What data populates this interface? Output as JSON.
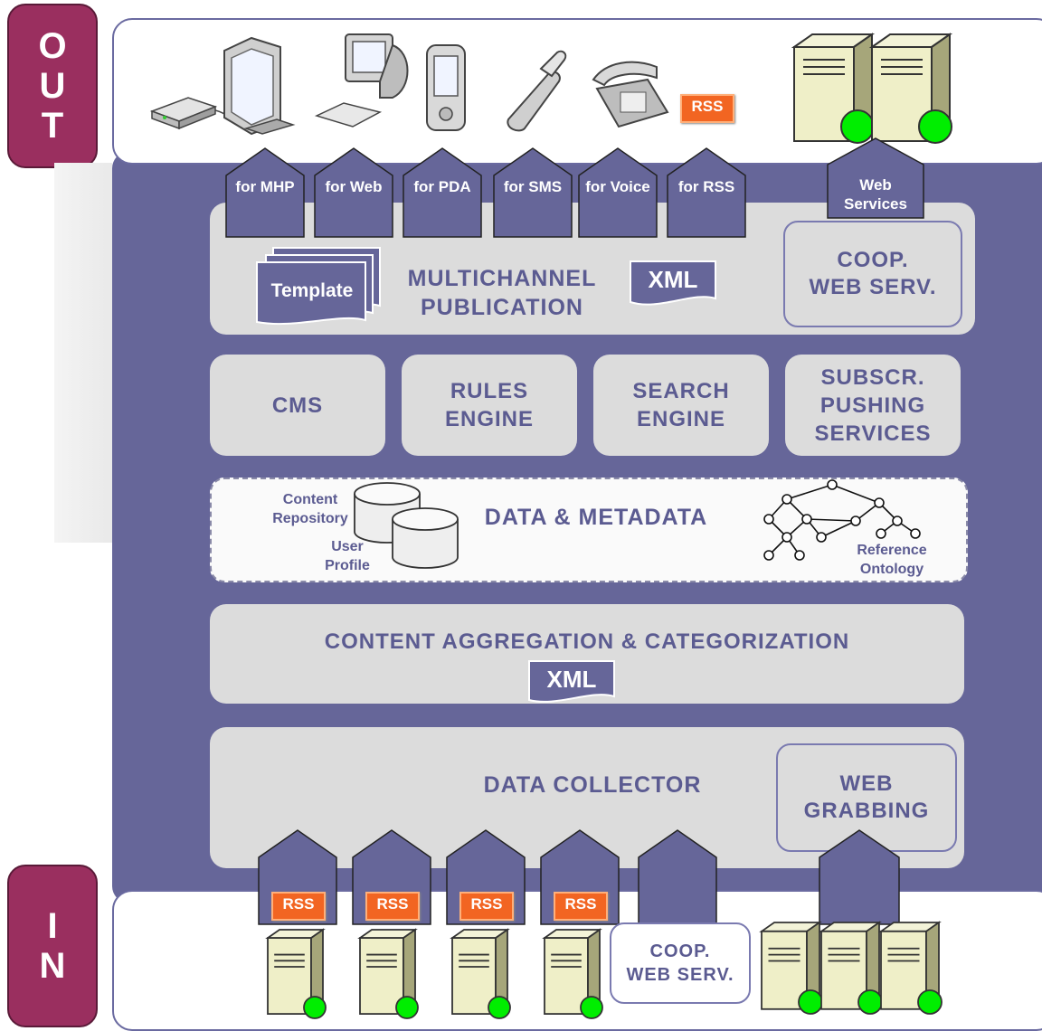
{
  "side": {
    "out": [
      "O",
      "U",
      "T"
    ],
    "in": [
      "I",
      "N"
    ]
  },
  "channels": [
    {
      "label": "for MHP"
    },
    {
      "label": "for Web"
    },
    {
      "label": "for PDA"
    },
    {
      "label": "for SMS"
    },
    {
      "label": "for Voice"
    },
    {
      "label": "for RSS"
    }
  ],
  "web_services": "Web\nServices",
  "multichannel": {
    "template": "Template",
    "title": "MULTICHANNEL\nPUBLICATION",
    "xml": "XML",
    "coop": "COOP.\nWEB SERV."
  },
  "engines": [
    {
      "label": "CMS"
    },
    {
      "label": "RULES\nENGINE"
    },
    {
      "label": "SEARCH\nENGINE"
    },
    {
      "label": "SUBSCR.\nPUSHING\nSERVICES"
    }
  ],
  "data_metadata": {
    "title": "DATA & METADATA",
    "content_repository": "Content\nRepository",
    "user_profile": "User\nProfile",
    "reference_ontology": "Reference\nOntology"
  },
  "aggregation": {
    "title": "CONTENT AGGREGATION & CATEGORIZATION",
    "xml": "XML"
  },
  "collector": {
    "title": "DATA COLLECTOR",
    "web_grabbing": "WEB\nGRABBING"
  },
  "inputs": {
    "rss": "RSS",
    "coop": "COOP.\nWEB SERV."
  },
  "colors": {
    "panel": "#666699",
    "module": "#dcdcdc",
    "module_text": "#5b5b91",
    "side_tab": "#9a2f5f",
    "rss": "#f26522",
    "status_dot": "#00ee00"
  }
}
